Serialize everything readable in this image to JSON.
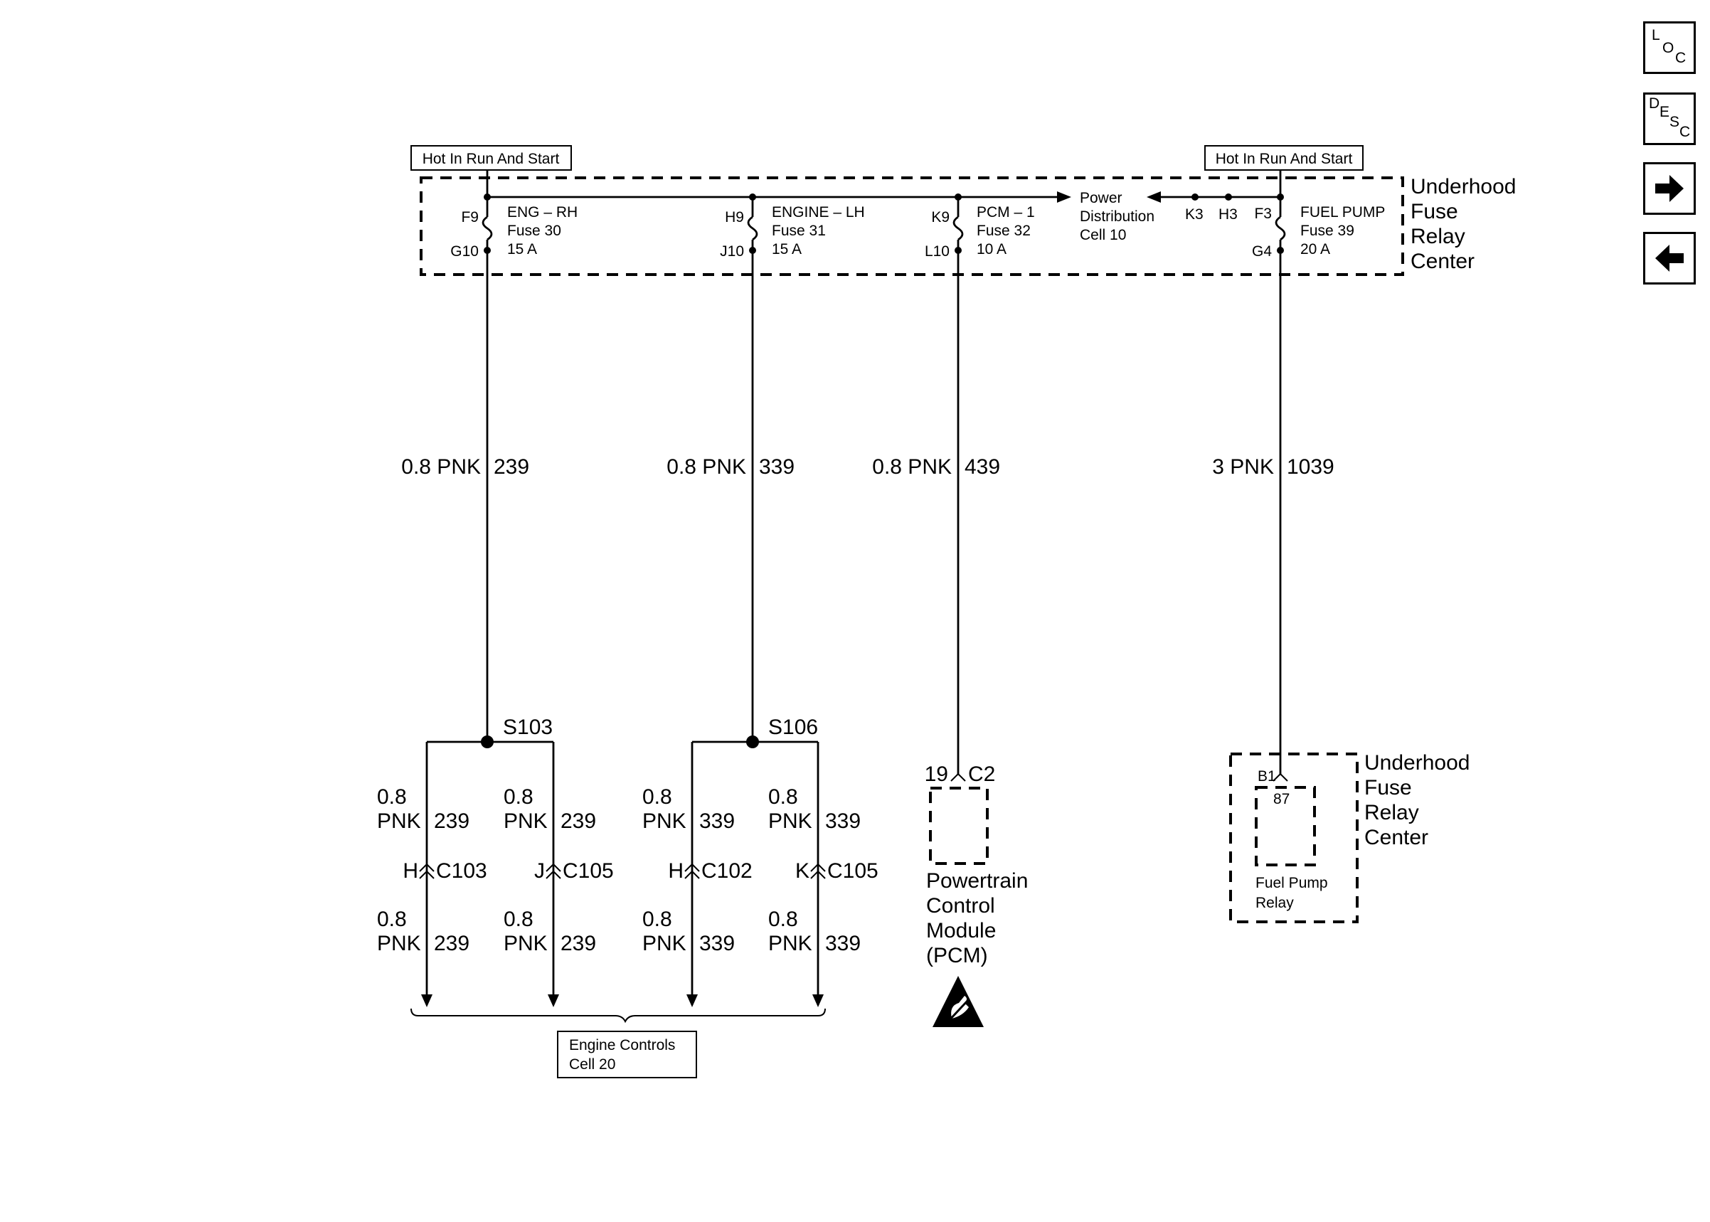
{
  "supply": {
    "left_box": "Hot In Run And Start",
    "right_box": "Hot In Run And Start"
  },
  "relay_center": {
    "title": [
      "Underhood",
      "Fuse",
      "Relay",
      "Center"
    ]
  },
  "fuses": [
    {
      "in_pin": "F9",
      "out_pin": "G10",
      "name": "ENG – RH",
      "fuse": "Fuse 30",
      "rating": "15 A"
    },
    {
      "in_pin": "H9",
      "out_pin": "J10",
      "name": "ENGINE – LH",
      "fuse": "Fuse 31",
      "rating": "15 A"
    },
    {
      "in_pin": "K9",
      "out_pin": "L10",
      "name": "PCM – 1",
      "fuse": "Fuse 32",
      "rating": "10 A"
    },
    {
      "in_pin": "F3",
      "out_pin": "G4",
      "name": "FUEL PUMP",
      "fuse": "Fuse 39",
      "rating": "20 A"
    }
  ],
  "power_distribution": {
    "line1": "Power",
    "line2": "Distribution",
    "line3": "Cell 10",
    "pins": [
      "K3",
      "H3"
    ]
  },
  "circuits": [
    {
      "gauge_color": "0.8 PNK",
      "number": "239"
    },
    {
      "gauge_color": "0.8 PNK",
      "number": "339"
    },
    {
      "gauge_color": "0.8 PNK",
      "number": "439"
    },
    {
      "gauge_color": "3 PNK",
      "number": "1039"
    }
  ],
  "splices": [
    "S103",
    "S106"
  ],
  "branches": [
    {
      "gauge": "0.8",
      "color": "PNK",
      "number": "239",
      "pin": "H",
      "connector": "C103"
    },
    {
      "gauge": "0.8",
      "color": "PNK",
      "number": "239",
      "pin": "J",
      "connector": "C105"
    },
    {
      "gauge": "0.8",
      "color": "PNK",
      "number": "339",
      "pin": "H",
      "connector": "C102"
    },
    {
      "gauge": "0.8",
      "color": "PNK",
      "number": "339",
      "pin": "K",
      "connector": "C105"
    }
  ],
  "engine_controls": {
    "line1": "Engine Controls",
    "line2": "Cell 20"
  },
  "pcm": {
    "pin": "19",
    "connector": "C2",
    "label": [
      "Powertrain",
      "Control",
      "Module",
      "(PCM)"
    ],
    "esd_icon": "esd-warning-icon"
  },
  "fuel_pump_relay": {
    "pin": "B1",
    "terminal": "87",
    "label1": "Fuel Pump",
    "label2": "Relay",
    "center_label": [
      "Underhood",
      "Fuse",
      "Relay",
      "Center"
    ]
  },
  "nav_buttons": {
    "loc": {
      "l1": "L",
      "l2": "O",
      "l3": "C"
    },
    "desc": {
      "l1": "D",
      "l2": "E",
      "l3": "S",
      "l4": "C"
    },
    "next_icon": "arrow-right-icon",
    "prev_icon": "arrow-left-icon"
  }
}
